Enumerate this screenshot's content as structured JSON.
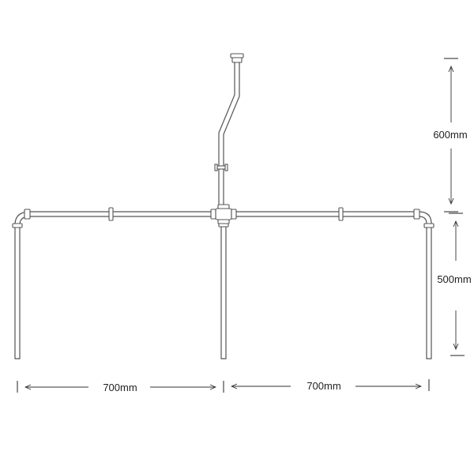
{
  "dimensions": {
    "drop_height": "600mm",
    "leg_height": "500mm",
    "left_span": "700mm",
    "right_span": "700mm"
  },
  "colors": {
    "line": "#555555",
    "dimension": "#333333",
    "background": "#ffffff"
  }
}
